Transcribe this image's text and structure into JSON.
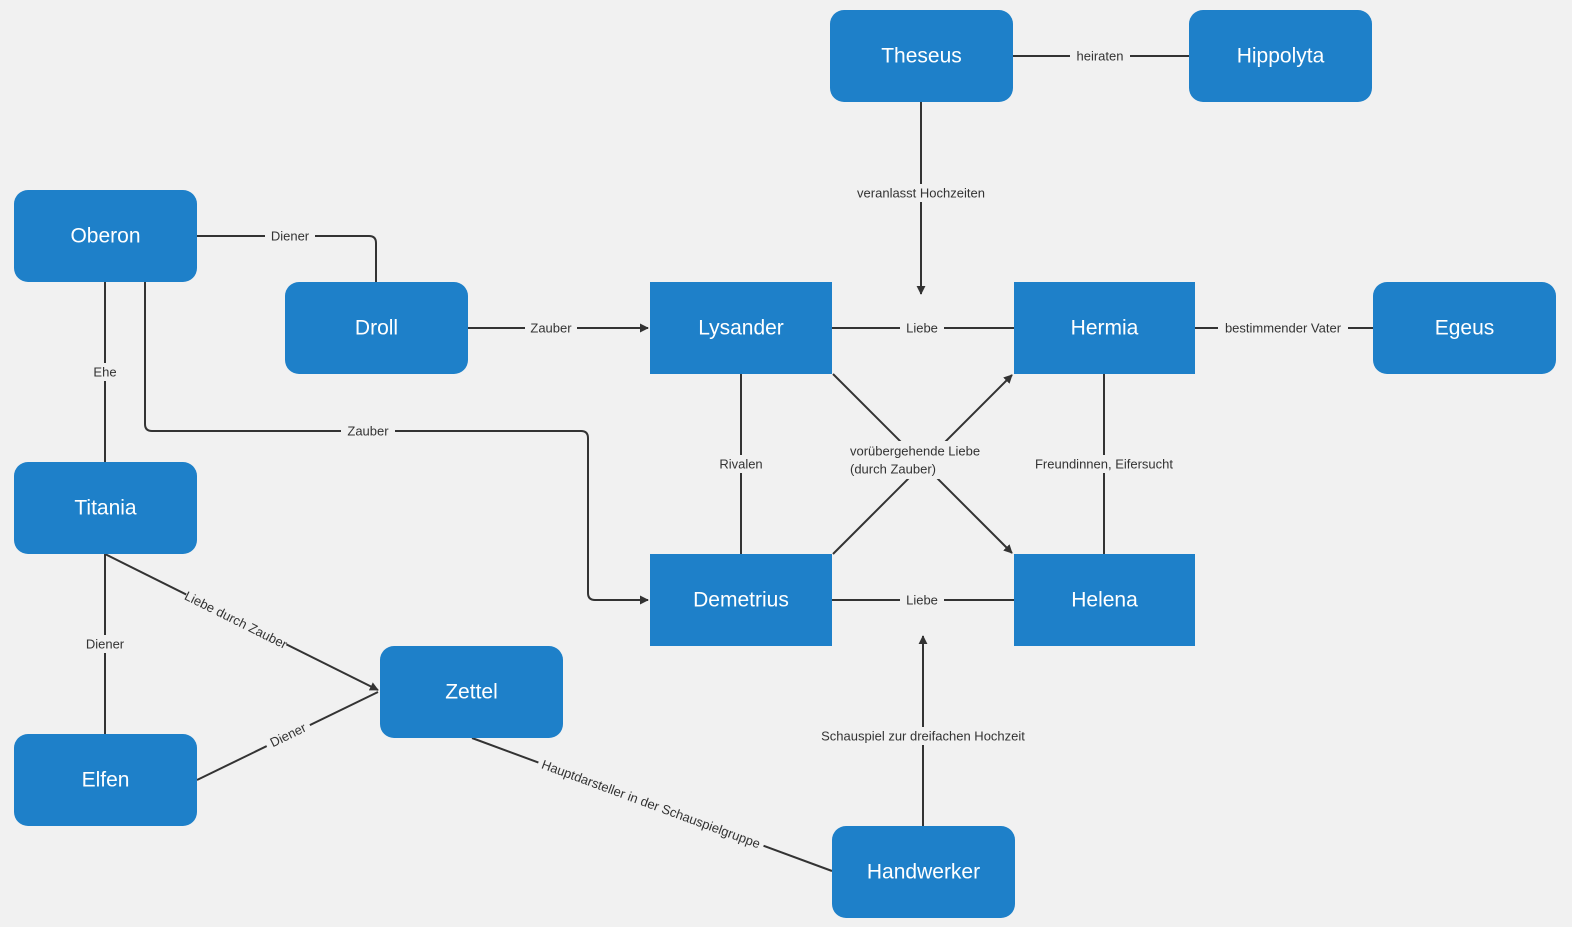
{
  "colors": {
    "background": "#f1f1f1",
    "node_fill": "#1e80c9",
    "node_text": "#ffffff",
    "edge": "#333333"
  },
  "nodes": {
    "theseus": "Theseus",
    "hippolyta": "Hippolyta",
    "oberon": "Oberon",
    "droll": "Droll",
    "lysander": "Lysander",
    "hermia": "Hermia",
    "egeus": "Egeus",
    "titania": "Titania",
    "demetrius": "Demetrius",
    "helena": "Helena",
    "zettel": "Zettel",
    "elfen": "Elfen",
    "handwerker": "Handwerker"
  },
  "edges": {
    "theseus_hippolyta": "heiraten",
    "theseus_liebe": "veranlasst Hochzeiten",
    "oberon_droll": "Diener",
    "droll_lysander": "Zauber",
    "lysander_hermia": "Liebe",
    "hermia_egeus": "bestimmender Vater",
    "oberon_titania": "Ehe",
    "oberon_demetrius": "Zauber",
    "lysander_demetrius": "Rivalen",
    "cross_line1": "vorübergehende Liebe",
    "cross_line2": "(durch Zauber)",
    "hermia_helena": "Freundinnen, Eifersucht",
    "demetrius_helena": "Liebe",
    "titania_elfen": "Diener",
    "titania_zettel": "Liebe durch Zauber",
    "elfen_zettel": "Diener",
    "zettel_handwerker": "Hauptdarsteller in der Schauspielgruppe",
    "handwerker_liebe": "Schauspiel zur dreifachen Hochzeit"
  }
}
